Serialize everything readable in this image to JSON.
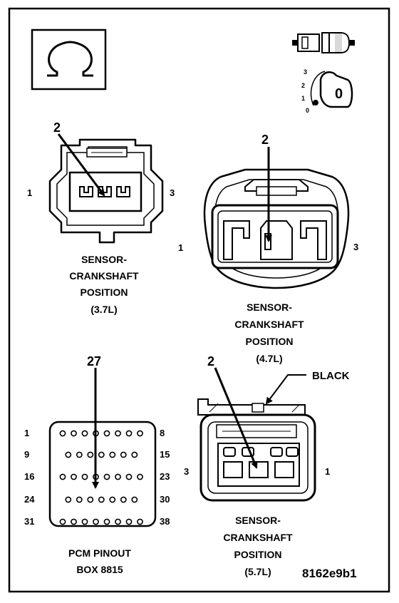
{
  "ohm_symbol": "Ω",
  "key_position_digit": "0",
  "key_scale": [
    "3",
    "2",
    "1",
    "0"
  ],
  "connector_37": {
    "callout": "2",
    "pin_left": "1",
    "pin_right": "3",
    "caption": [
      "SENSOR-",
      "CRANKSHAFT",
      "POSITION",
      "(3.7L)"
    ]
  },
  "connector_47": {
    "callout": "2",
    "pin_left": "1",
    "pin_right": "3",
    "caption": [
      "SENSOR-",
      "CRANKSHAFT",
      "POSITION",
      "(4.7L)"
    ]
  },
  "pcm": {
    "callout": "27",
    "row_labels_left": [
      "1",
      "9",
      "16",
      "24",
      "31"
    ],
    "row_labels_right": [
      "8",
      "15",
      "23",
      "30",
      "38"
    ],
    "caption": [
      "PCM PINOUT",
      "BOX 8815"
    ]
  },
  "connector_57": {
    "callout": "2",
    "color_callout": "BLACK",
    "pin_left": "3",
    "pin_right": "1",
    "caption": [
      "SENSOR-",
      "CRANKSHAFT",
      "POSITION",
      "(5.7L)"
    ]
  },
  "figure_id": "8162e9b1"
}
